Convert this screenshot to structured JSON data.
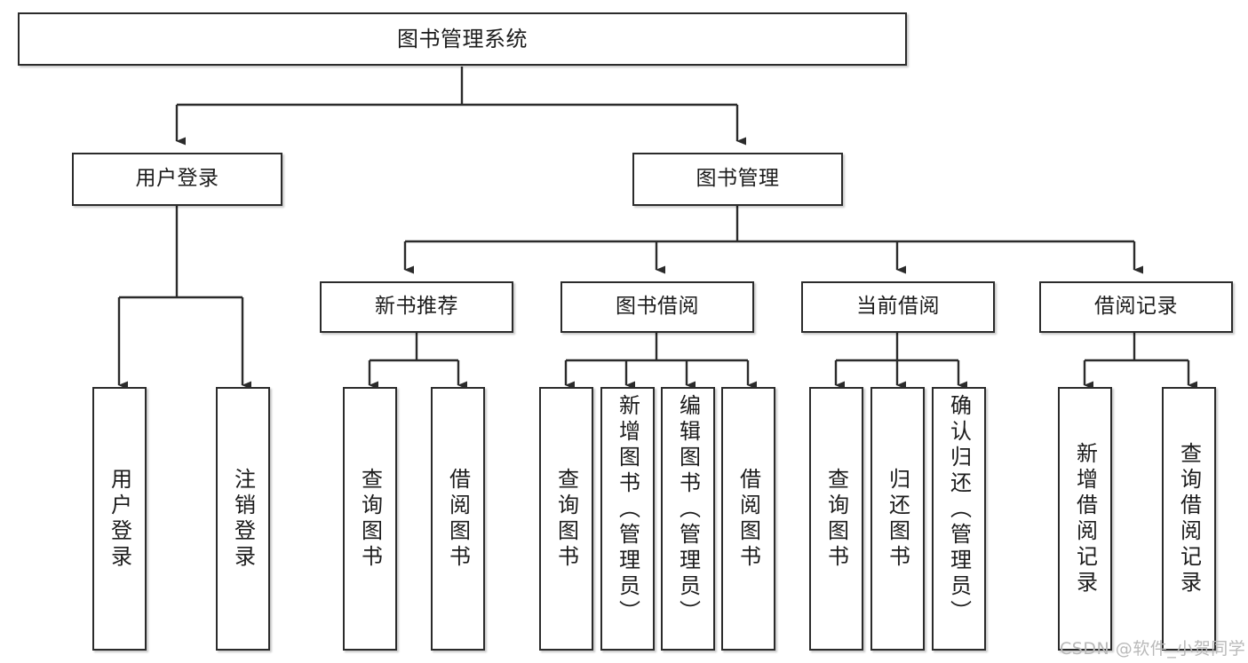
{
  "diagram": {
    "type": "hierarchy-tree",
    "title": "图书管理系统",
    "watermark": "CSDN @软件_小贺同学",
    "colors": {
      "box_border": "#2b2b2b",
      "box_fill": "#ffffff",
      "connector": "#2b2b2b",
      "text": "#1c1c1c",
      "watermark": "#b9b9b9"
    },
    "levels": {
      "level1": [
        {
          "id": "root",
          "label": "图书管理系统"
        }
      ],
      "level2": [
        {
          "id": "user-login",
          "label": "用户登录"
        },
        {
          "id": "book-manage",
          "label": "图书管理"
        }
      ],
      "level3": [
        {
          "id": "new-book-rec",
          "label": "新书推荐"
        },
        {
          "id": "book-borrow",
          "label": "图书借阅"
        },
        {
          "id": "current-borrow",
          "label": "当前借阅"
        },
        {
          "id": "borrow-record",
          "label": "借阅记录"
        }
      ],
      "level4": [
        {
          "id": "leaf-user-login",
          "label": "用户登录",
          "parent": "user-login"
        },
        {
          "id": "leaf-logout",
          "label": "注销登录",
          "parent": "user-login"
        },
        {
          "id": "leaf-query-book-1",
          "label": "查询图书",
          "parent": "new-book-rec"
        },
        {
          "id": "leaf-borrow-book-1",
          "label": "借阅图书",
          "parent": "new-book-rec"
        },
        {
          "id": "leaf-query-book-2",
          "label": "查询图书",
          "parent": "book-borrow"
        },
        {
          "id": "leaf-add-book",
          "label": "新增图书（管理员）",
          "parent": "book-borrow"
        },
        {
          "id": "leaf-edit-book",
          "label": "编辑图书（管理员）",
          "parent": "book-borrow"
        },
        {
          "id": "leaf-borrow-book-2",
          "label": "借阅图书",
          "parent": "book-borrow"
        },
        {
          "id": "leaf-query-book-3",
          "label": "查询图书",
          "parent": "current-borrow"
        },
        {
          "id": "leaf-return-book",
          "label": "归还图书",
          "parent": "current-borrow"
        },
        {
          "id": "leaf-confirm-return",
          "label": "确认归还（管理员）",
          "parent": "current-borrow"
        },
        {
          "id": "leaf-add-record",
          "label": "新增借阅记录",
          "parent": "borrow-record"
        },
        {
          "id": "leaf-query-record",
          "label": "查询借阅记录",
          "parent": "borrow-record"
        }
      ]
    },
    "edges": [
      {
        "from": "root",
        "to": "user-login"
      },
      {
        "from": "root",
        "to": "book-manage"
      },
      {
        "from": "book-manage",
        "to": "new-book-rec"
      },
      {
        "from": "book-manage",
        "to": "book-borrow"
      },
      {
        "from": "book-manage",
        "to": "current-borrow"
      },
      {
        "from": "book-manage",
        "to": "borrow-record"
      },
      {
        "from": "user-login",
        "to": "leaf-user-login"
      },
      {
        "from": "user-login",
        "to": "leaf-logout"
      },
      {
        "from": "new-book-rec",
        "to": "leaf-query-book-1"
      },
      {
        "from": "new-book-rec",
        "to": "leaf-borrow-book-1"
      },
      {
        "from": "book-borrow",
        "to": "leaf-query-book-2"
      },
      {
        "from": "book-borrow",
        "to": "leaf-add-book"
      },
      {
        "from": "book-borrow",
        "to": "leaf-edit-book"
      },
      {
        "from": "book-borrow",
        "to": "leaf-borrow-book-2"
      },
      {
        "from": "current-borrow",
        "to": "leaf-query-book-3"
      },
      {
        "from": "current-borrow",
        "to": "leaf-return-book"
      },
      {
        "from": "current-borrow",
        "to": "leaf-confirm-return"
      },
      {
        "from": "borrow-record",
        "to": "leaf-add-record"
      },
      {
        "from": "borrow-record",
        "to": "leaf-query-record"
      }
    ]
  }
}
